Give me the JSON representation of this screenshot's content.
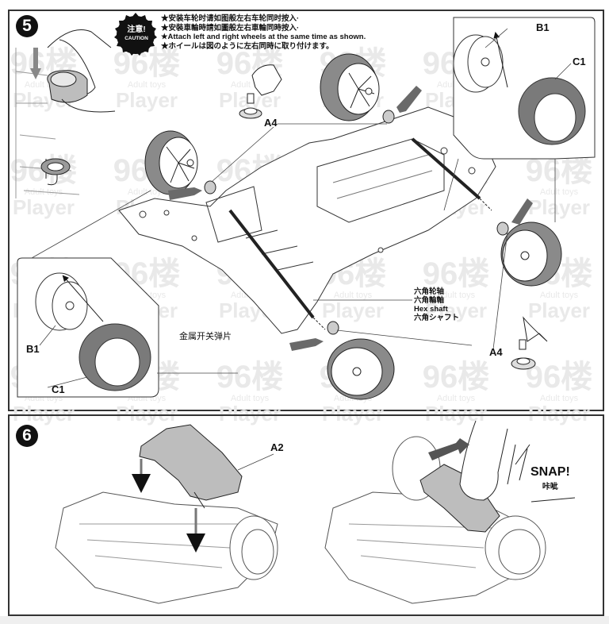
{
  "document": {
    "type": "assembly-instructions",
    "colors": {
      "ink": "#111111",
      "tire_gray": "#7a7a7a",
      "arrow_gray": "#6a6a6a",
      "watermark": "#e9e9e9",
      "background": "#ffffff"
    }
  },
  "step5": {
    "number": "5",
    "caution": {
      "badge_top": "注意!",
      "badge_bottom": "CAUTION",
      "lines": [
        "★安装车轮时请如图般左右车轮同时按入·",
        "★安裝車輪時請如圖般左右車輪同時按入·",
        "★Attach left and right wheels at the same time as shown.",
        "★ホイールは図のように左右同時に取り付けます。"
      ]
    },
    "labels": {
      "a4_top": "A4",
      "a4_bottom": "A4",
      "b1_top_right": "B1",
      "c1_top_right": "C1",
      "b1_bottom_left": "B1",
      "c1_bottom_left": "C1",
      "metal_switch": "金属开关弹片"
    },
    "hex_shaft": [
      "六角轮轴",
      "六角輪軸",
      "Hex shaft",
      "六角シャフト"
    ]
  },
  "step6": {
    "number": "6",
    "labels": {
      "a2": "A2",
      "snap": "SNAP!",
      "snap_cn": "咔呲"
    }
  },
  "watermark": {
    "brand": "96楼",
    "sub": "Adult toys",
    "player": "Player"
  }
}
